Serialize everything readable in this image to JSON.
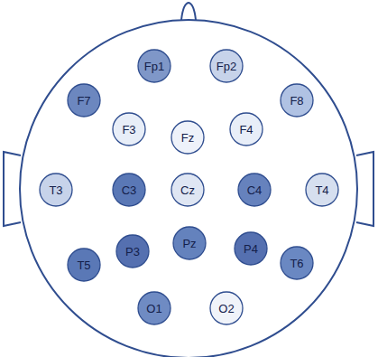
{
  "diagram": {
    "nodes": [
      {
        "text": [
          "Fp1"
        ]
      },
      {
        "text": [
          "Fp2"
        ]
      },
      {
        "text": [
          "F7"
        ]
      },
      {
        "text": [
          "F8"
        ]
      },
      {
        "text": [
          "F3"
        ]
      },
      {
        "text": [
          "Fz"
        ]
      },
      {
        "text": [
          "F4"
        ]
      },
      {
        "text": [
          "T3"
        ]
      },
      {
        "text": [
          "C3"
        ]
      },
      {
        "text": [
          "Cz"
        ]
      },
      {
        "text": [
          "C4"
        ]
      },
      {
        "text": [
          "T4"
        ]
      },
      {
        "text": [
          "T5"
        ]
      },
      {
        "text": [
          "P3"
        ]
      },
      {
        "text": [
          "Pz"
        ]
      },
      {
        "text": [
          "P4"
        ]
      },
      {
        "text": [
          "T6"
        ]
      },
      {
        "text": [
          "O1"
        ]
      },
      {
        "text": [
          "O2"
        ]
      }
    ]
  }
}
